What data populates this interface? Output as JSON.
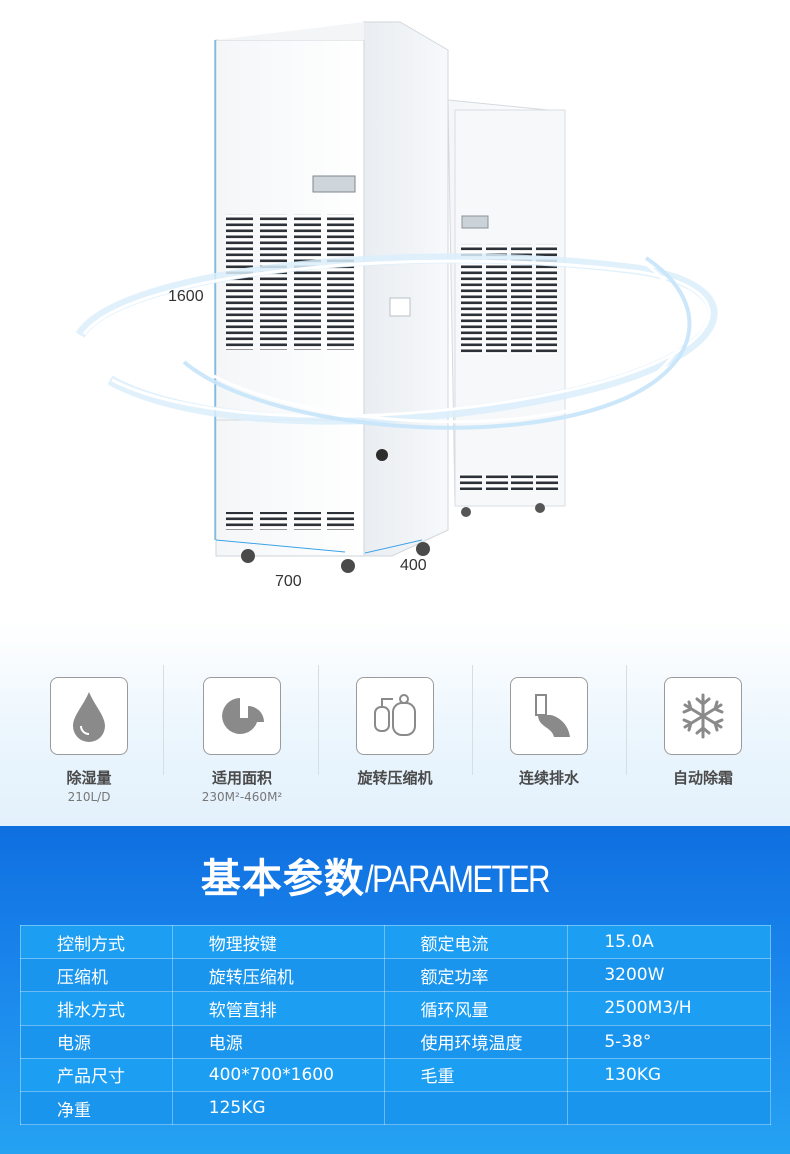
{
  "product": {
    "dimensions": {
      "height": "1600",
      "width": "700",
      "depth": "400"
    }
  },
  "features": [
    {
      "icon": "water-drop-icon",
      "label": "除湿量",
      "sub": "210L/D"
    },
    {
      "icon": "pie-area-icon",
      "label": "适用面积",
      "sub": "230M²-460M²"
    },
    {
      "icon": "compressor-icon",
      "label": "旋转压缩机",
      "sub": ""
    },
    {
      "icon": "drain-pipe-icon",
      "label": "连续排水",
      "sub": ""
    },
    {
      "icon": "snowflake-icon",
      "label": "自动除霜",
      "sub": ""
    }
  ],
  "parameters": {
    "title_zh": "基本参数",
    "title_en": "/PARAMETER",
    "rows": [
      [
        "控制方式",
        "物理按键",
        "额定电流",
        "15.0A"
      ],
      [
        "压缩机",
        "旋转压缩机",
        "额定功率",
        "3200W"
      ],
      [
        "排水方式",
        "软管直排",
        "循环风量",
        "2500M3/H"
      ],
      [
        "电源",
        "电源",
        "使用环境温度",
        "5-38°"
      ],
      [
        "产品尺寸",
        "400*700*1600",
        "毛重",
        "130KG"
      ],
      [
        "净重",
        "125KG",
        "",
        ""
      ]
    ]
  },
  "colors": {
    "accent": "#1a8cec",
    "icon_gray": "#8c8c8c"
  }
}
